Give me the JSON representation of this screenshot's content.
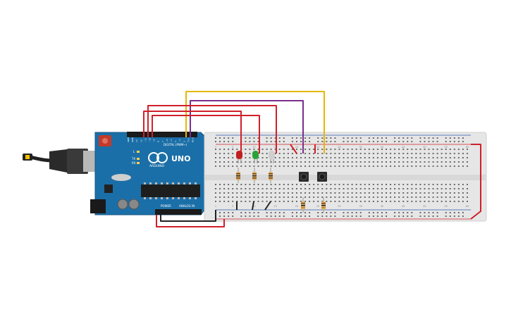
{
  "arduino": {
    "logo_text": "UNO",
    "brand_text": "ARDUINO",
    "digital_label": "DIGITAL (PWM~)",
    "power_label": "POWER",
    "analog_label": "ANALOG IN",
    "pin_labels": [
      "AREF",
      "GND",
      "13",
      "12",
      "~11",
      "~10",
      "~9",
      "8",
      "7",
      "~6",
      "~5",
      "4",
      "~3",
      "2",
      "TX 1",
      "RX 0"
    ],
    "led_labels": [
      "L",
      "TX",
      "RX"
    ]
  },
  "breadboard": {
    "column_numbers": [
      "1",
      "5",
      "10",
      "15",
      "20",
      "25",
      "30",
      "35",
      "40",
      "45",
      "50",
      "55",
      "60"
    ]
  },
  "colors": {
    "board_blue": "#1b6fa8",
    "breadboard": "#e6e6e6",
    "wire_red": "#d0202a",
    "wire_purple": "#7a2f8f",
    "wire_yellow": "#e6b800",
    "wire_black": "#222222",
    "led_red": "#c0201f",
    "led_green": "#2aa33a",
    "led_white": "#cfcfcf"
  }
}
